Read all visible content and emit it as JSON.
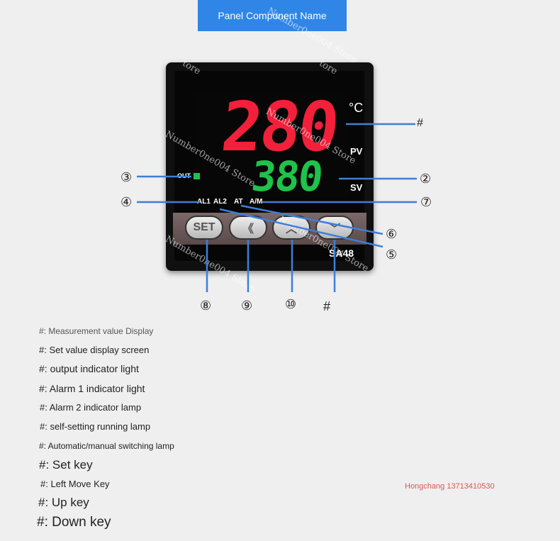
{
  "header": {
    "title": "Panel Component Name"
  },
  "device": {
    "pv_value": "280",
    "sv_value": "380",
    "unit": "°C",
    "pv_label": "PV",
    "sv_label": "SV",
    "out_label": "OUT",
    "indicators": [
      "AL1",
      "AL2",
      "AT",
      "A/M"
    ],
    "keys": {
      "set": "SET",
      "left": "《",
      "up": "︿",
      "down": "﹀"
    },
    "model": "SA48"
  },
  "watermarks": [
    "Number0ne004 Store",
    "tore"
  ],
  "callouts": [
    "#",
    "②",
    "③",
    "④",
    "⑤",
    "⑥",
    "⑦",
    "⑧",
    "⑨",
    "⑩"
  ],
  "legend": [
    "#: Measurement value Display",
    "#: Set value display screen",
    "#: output indicator light",
    "#: Alarm 1 indicator light",
    "#: Alarm 2 indicator lamp",
    "#: self-setting running lamp",
    "#: Automatic/manual switching lamp",
    "#: Set key",
    "#: Left Move Key",
    "#: Up key",
    "#: Down key"
  ],
  "contact": "Hongchang 13713410530",
  "colors": {
    "accent": "#2f86e6",
    "pv": "#f2203a",
    "sv": "#1fc24a",
    "leader": "#3d7fd9",
    "contact": "#e05555"
  }
}
